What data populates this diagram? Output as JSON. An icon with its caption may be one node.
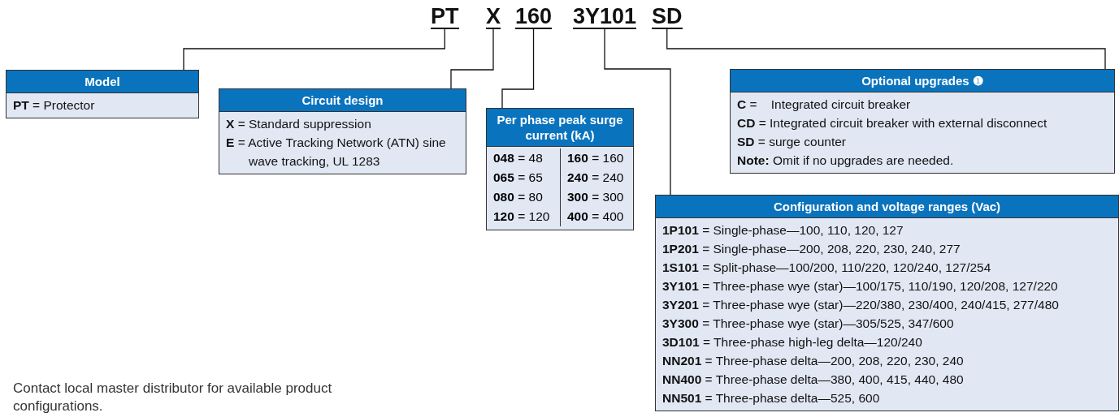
{
  "diagram": {
    "nodes": [
      {
        "text": [
          "PT"
        ]
      },
      {
        "text": [
          "X"
        ]
      },
      {
        "text": [
          "160"
        ]
      },
      {
        "text": [
          "3Y101"
        ]
      },
      {
        "text": [
          "SD"
        ]
      },
      {
        "text": [
          "Model",
          "**PT** = Protector"
        ]
      },
      {
        "text": [
          "Circuit design",
          "**X** = Standard suppression",
          "**E** = Active Tracking Network (ATN) sine wave tracking, UL 1283"
        ]
      },
      {
        "text": [
          "Per phase peak surge current (kA)",
          "**048** = 48",
          "**160** = 160",
          "**065** = 65",
          "**240** = 240",
          "**080** = 80",
          "**300** = 300",
          "**120** = 120",
          "**400** = 400"
        ]
      },
      {
        "text": [
          "Optional upgrades ❶",
          "**C** =    Integrated circuit breaker",
          "**CD** = Integrated circuit breaker with external disconnect",
          "**SD** = surge counter",
          "**Note:** Omit if no upgrades are needed."
        ]
      },
      {
        "text": [
          "Configuration and voltage ranges (Vac)",
          "**1P101** = Single-phase—100, 110, 120, 127",
          "**1P201** = Single-phase—200, 208, 220, 230, 240, 277",
          "**1S101** = Split-phase—100/200, 110/220, 120/240, 127/254",
          "**3Y101** = Three-phase wye (star)—100/175, 110/190, 120/208, 127/220",
          "**3Y201** = Three-phase wye (star)—220/380, 230/400, 240/415, 277/480",
          "**3Y300** = Three-phase wye (star)—305/525, 347/600",
          "**3D101** = Three-phase high-leg delta—120/240",
          "**NN201** = Three-phase delta—200, 208, 220, 230, 240",
          "**NN400** = Three-phase delta—380, 400, 415, 440, 480",
          "**NN501** = Three-phase delta—525, 600"
        ]
      }
    ],
    "edges": [
      {
        "from": 0,
        "to": 5,
        "arrow": "none"
      },
      {
        "from": 1,
        "to": 6,
        "arrow": "none"
      },
      {
        "from": 2,
        "to": 7,
        "arrow": "none"
      },
      {
        "from": 3,
        "to": 9,
        "arrow": "none"
      },
      {
        "from": 4,
        "to": 8,
        "arrow": "none"
      }
    ],
    "labels": [
      "Contact local master distributor for available product configurations."
    ]
  }
}
